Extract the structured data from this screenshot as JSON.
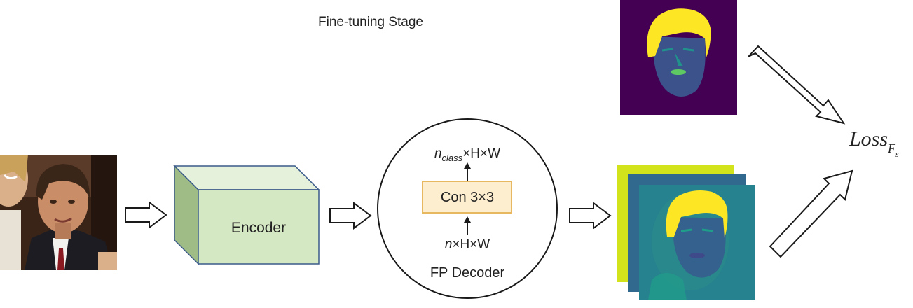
{
  "stage_title": "Fine-tuning Stage",
  "encoder": {
    "label": "Encoder"
  },
  "decoder": {
    "label": "FP Decoder",
    "conv_label": "Con 3×3",
    "output_dim": {
      "symbol": "n",
      "subscript": "class",
      "rest": "×H×W"
    },
    "input_dim": {
      "symbol": "n",
      "rest": "×H×W"
    }
  },
  "loss": {
    "base": "Loss",
    "sub": "F",
    "subsub": "s"
  },
  "images": {
    "input": "input-face-photo",
    "ground_truth": "ground-truth-face-segmentation",
    "prediction": "predicted-segmentation-maps"
  },
  "colors": {
    "encoder_front": "#d5e8c4",
    "encoder_side": "#9fbb86",
    "encoder_top": "#e6f1dc",
    "encoder_stroke": "#3a5a8a",
    "conv_fill": "#fdeed0",
    "conv_stroke": "#e8b860",
    "seg_bg": "#440154",
    "seg_face": "#3b528b",
    "seg_hair": "#fde725",
    "seg_feature": "#21918c",
    "seg_lip": "#5ec962"
  }
}
